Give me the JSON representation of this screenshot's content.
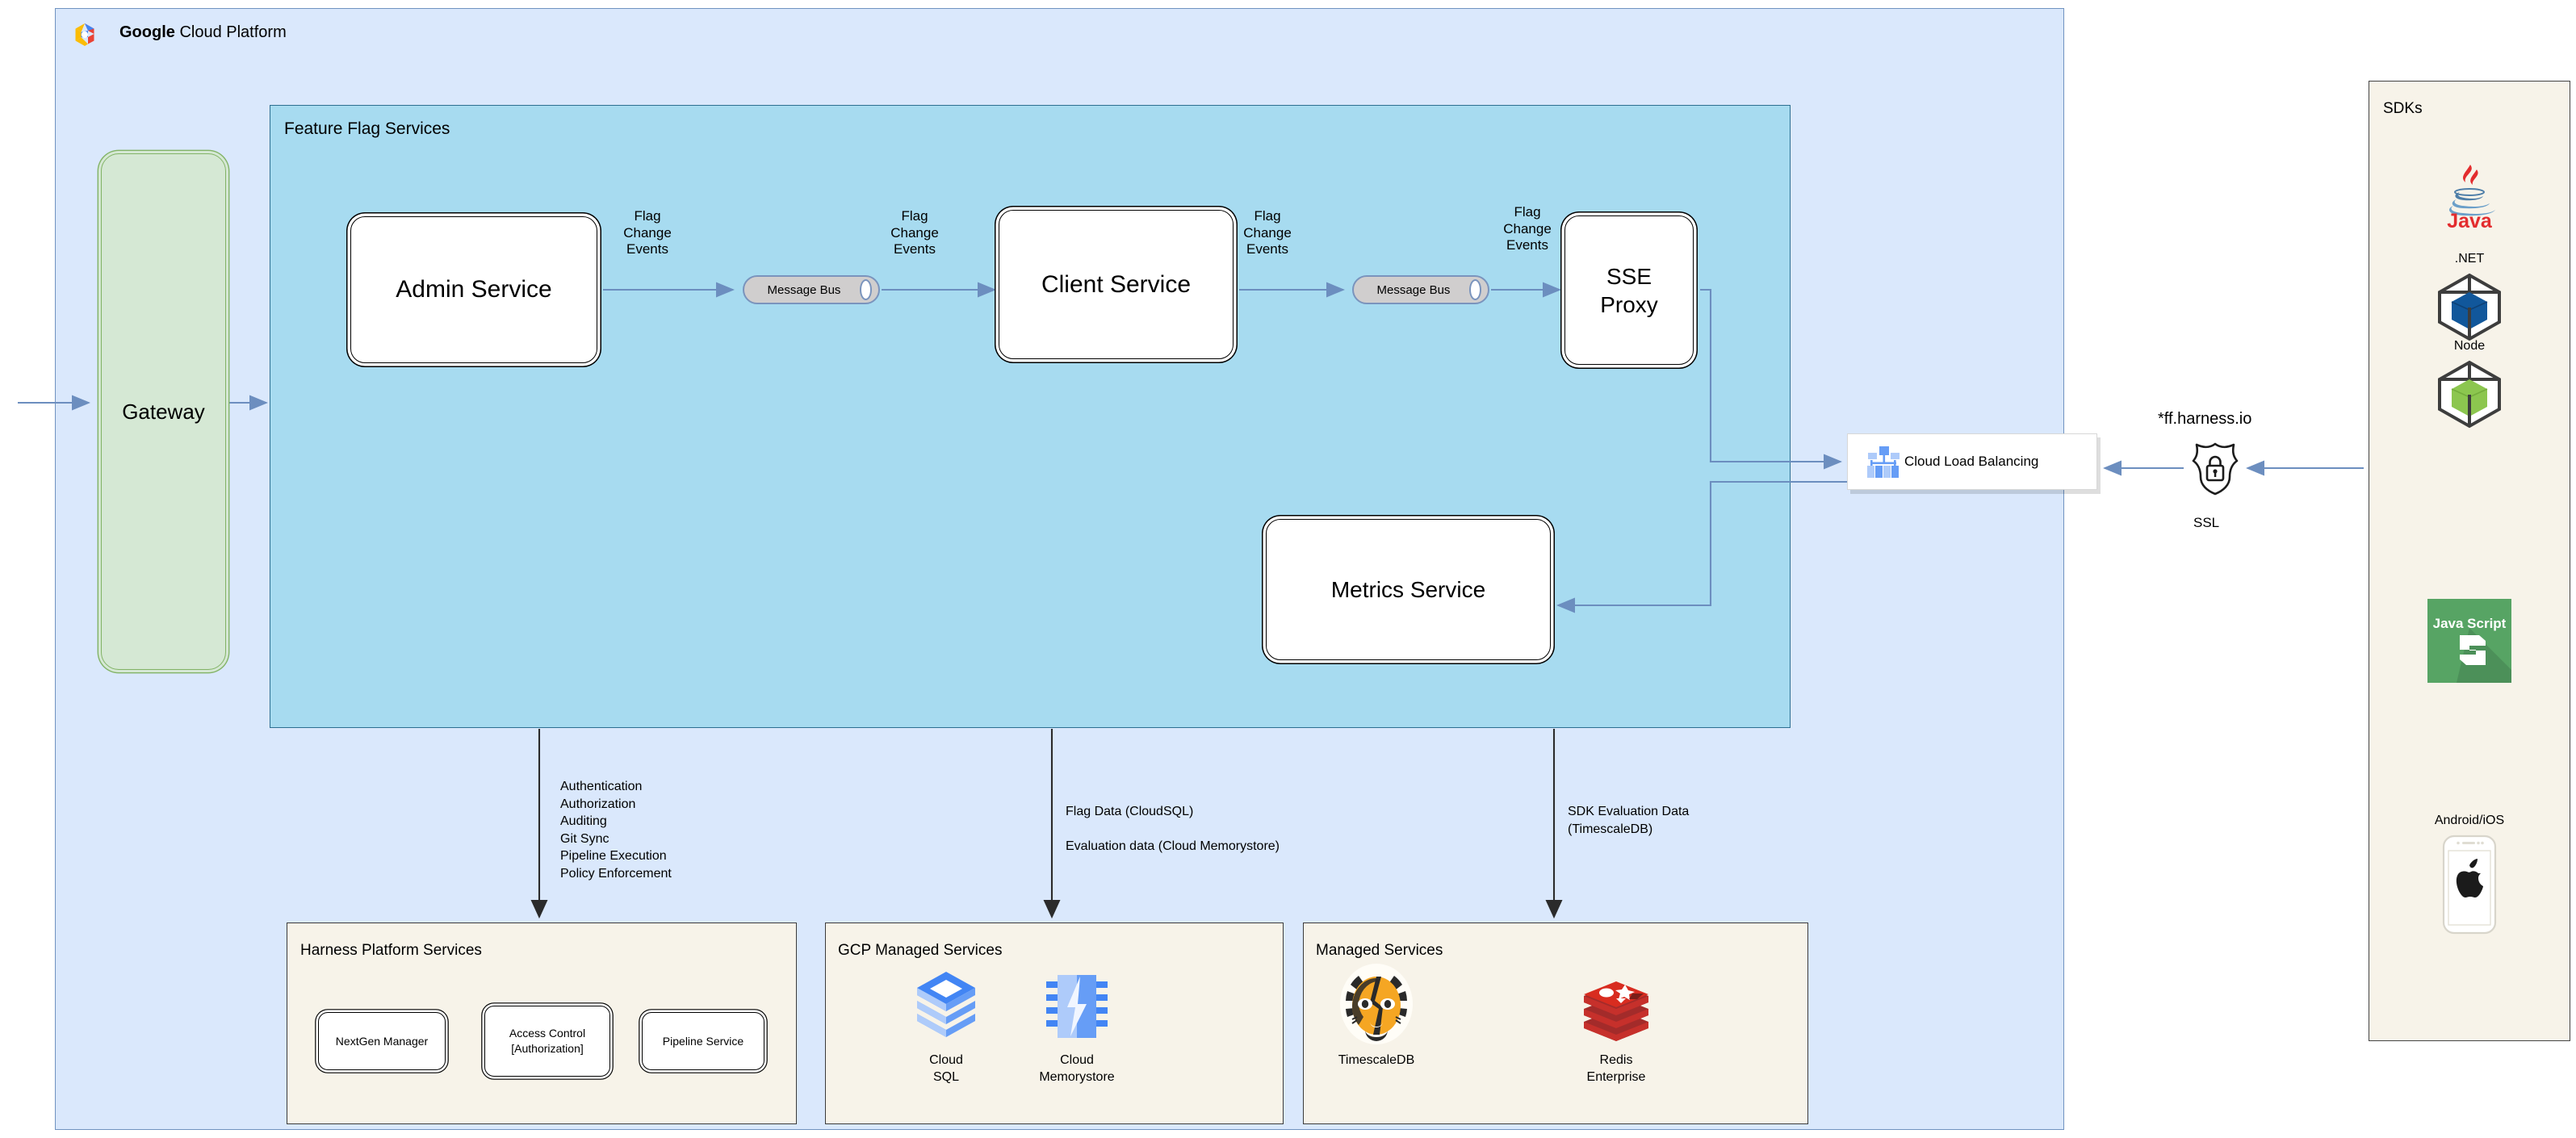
{
  "gcp": {
    "title_bold": "Google",
    "title_rest": " Cloud Platform",
    "logo_icon": "gcp-hexagon-logo"
  },
  "feature_flag_services": {
    "title": "Feature Flag Services",
    "nodes": {
      "admin_service": "Admin Service",
      "client_service": "Client Service",
      "sse_proxy_line1": "SSE",
      "sse_proxy_line2": "Proxy",
      "metrics_service": "Metrics Service"
    },
    "message_bus_1": "Message Bus",
    "message_bus_2": "Message Bus",
    "edge_labels": {
      "admin_to_bus": "Flag\nChange\nEvents",
      "bus_to_client": "Flag\nChange\nEvents",
      "client_to_bus2": "Flag\nChange\nEvents",
      "bus2_to_sse": "Flag\nChange\nEvents"
    }
  },
  "gateway": {
    "label": "Gateway"
  },
  "load_balancer": {
    "label": "Cloud Load Balancing",
    "icon": "cloud-load-balancing-icon"
  },
  "ssl": {
    "host": "*ff.harness.io",
    "label": "SSL",
    "icon": "shield-lock-icon"
  },
  "sdks": {
    "title": "SDKs",
    "items": [
      {
        "name": "",
        "label": "Java",
        "icon": "java-logo"
      },
      {
        "name": ".NET",
        "label": "",
        "icon": "dotnet-cube-icon"
      },
      {
        "name": "Node",
        "label": "",
        "icon": "node-cube-icon"
      },
      {
        "name": "",
        "label": "Java Script",
        "icon": "javascript-logo"
      },
      {
        "name": "Android/iOS",
        "label": "",
        "icon": "phone-apple-icon"
      }
    ]
  },
  "annotations": {
    "platform": "Authentication\nAuthorization\nAuditing\nGit Sync\nPipeline Execution\nPolicy Enforcement",
    "data": "Flag Data (CloudSQL)\n\nEvaluation data (Cloud Memorystore)",
    "sdk_eval": "SDK Evaluation Data\n(TimescaleDB)"
  },
  "groups": {
    "harness": {
      "title": "Harness Platform Services",
      "nodes": [
        "NextGen Manager",
        "Access Control\n[Authorization]",
        "Pipeline Service"
      ]
    },
    "gcp_managed": {
      "title": "GCP Managed Services",
      "services": [
        {
          "name": "Cloud\nSQL",
          "icon": "cloud-sql-icon"
        },
        {
          "name": "Cloud\nMemorystore",
          "icon": "cloud-memorystore-icon"
        }
      ]
    },
    "managed": {
      "title": "Managed Services",
      "services": [
        {
          "name": "TimescaleDB",
          "icon": "timescaledb-tiger-icon"
        },
        {
          "name": "Redis\nEnterprise",
          "icon": "redis-logo-icon"
        }
      ]
    }
  },
  "colors": {
    "gcp_panel": "#dae8fc",
    "ffs_panel": "#a7dbf0",
    "gateway": "#d5e8d4",
    "group_panel": "#f7f3e9",
    "arrow": "#6c8ebf"
  }
}
